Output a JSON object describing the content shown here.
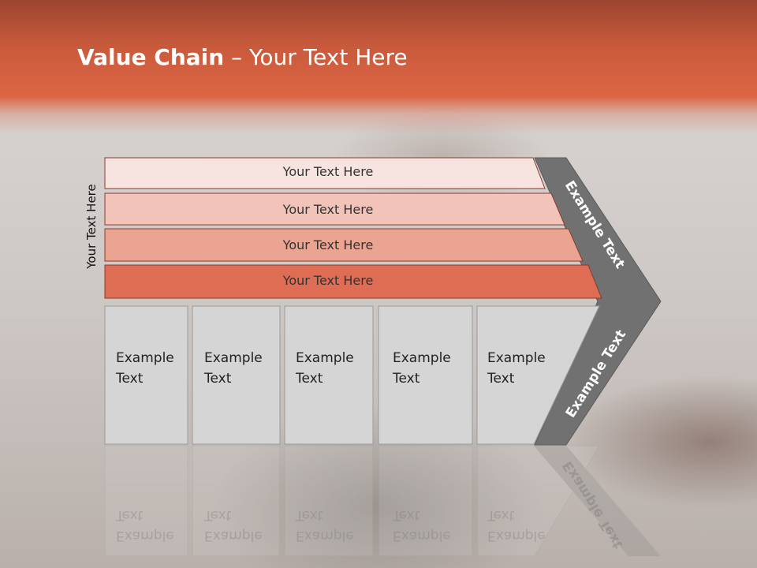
{
  "title": {
    "bold": "Value Chain",
    "rest": " – Your Text Here"
  },
  "side_label": "Your Text Here",
  "rows": [
    {
      "label": "Your Text Here",
      "color": "#f7e3df"
    },
    {
      "label": "Your Text Here",
      "color": "#f2c3b8"
    },
    {
      "label": "Your Text Here",
      "color": "#eaa491"
    },
    {
      "label": "Your Text Here",
      "color": "#de6d54"
    }
  ],
  "columns": [
    {
      "line1": "Example",
      "line2": "Text"
    },
    {
      "line1": "Example",
      "line2": "Text"
    },
    {
      "line1": "Example",
      "line2": "Text"
    },
    {
      "line1": "Example",
      "line2": "Text"
    },
    {
      "line1": "Example",
      "line2": "Text"
    }
  ],
  "chevron": {
    "upper": "Example Text",
    "lower": "Example Text",
    "color": "#717171"
  }
}
